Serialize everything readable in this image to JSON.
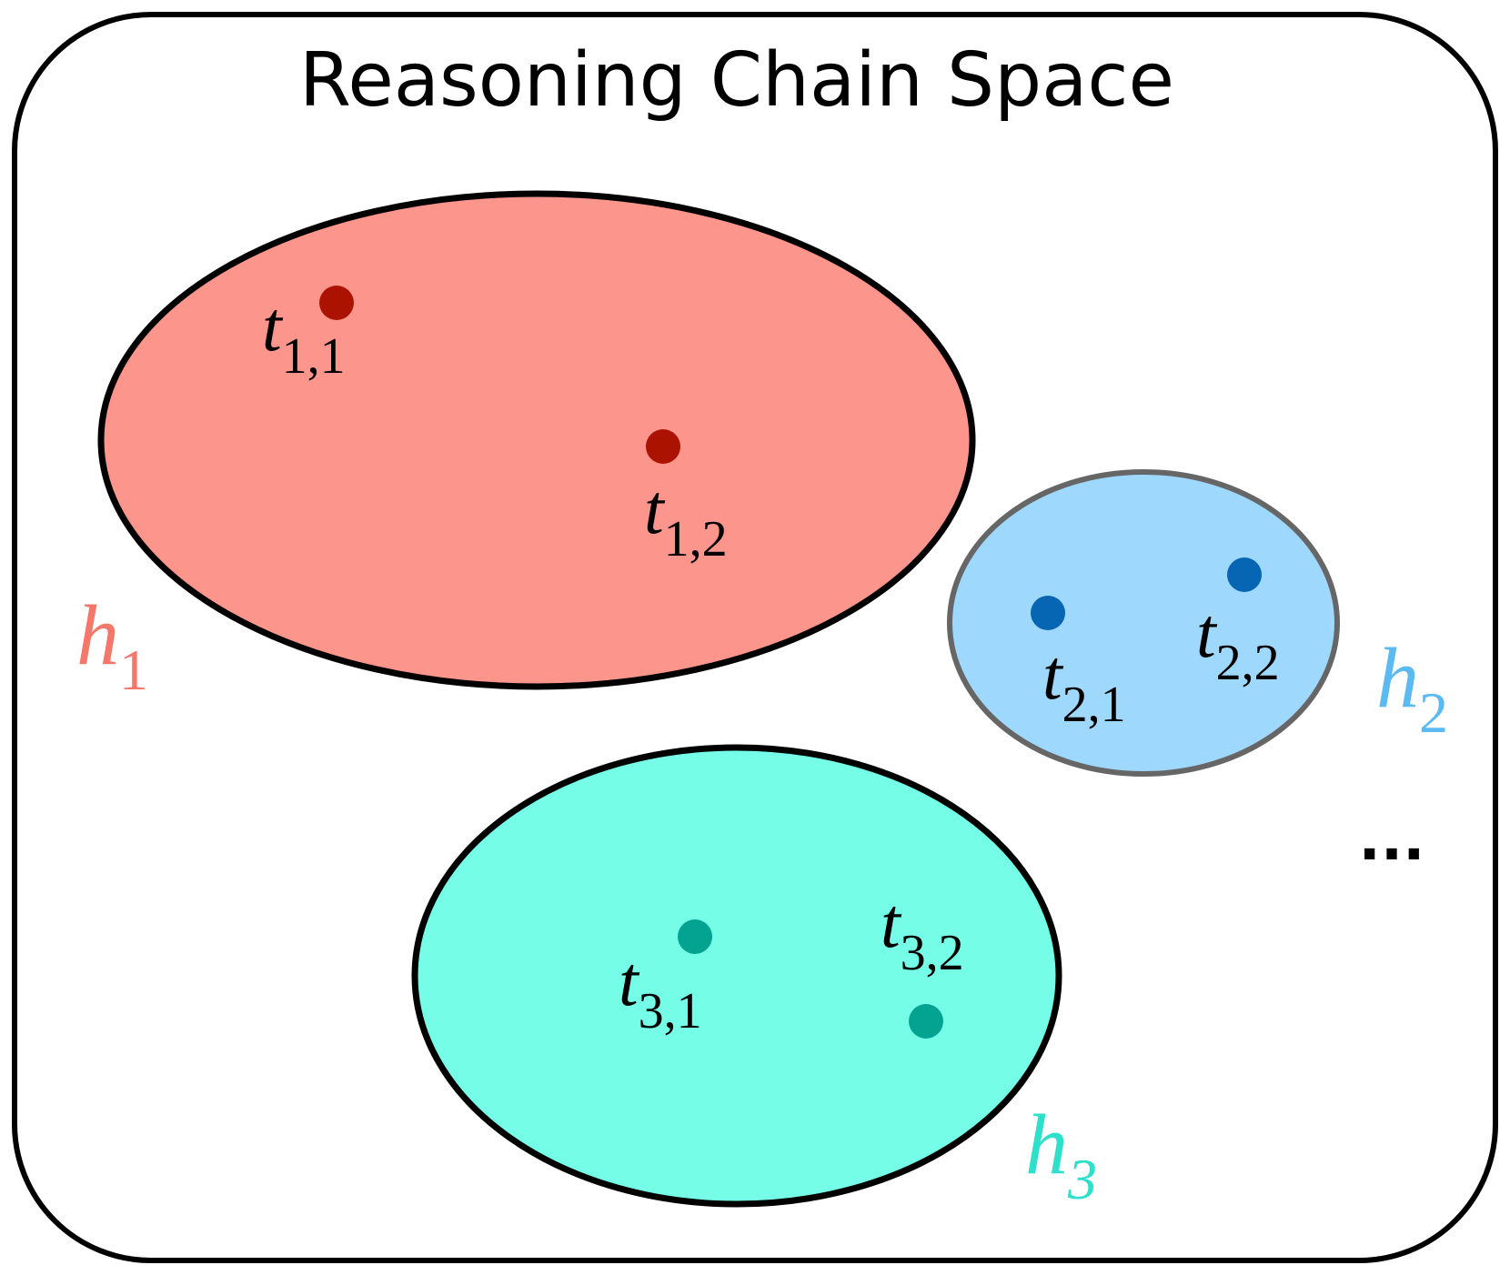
{
  "title": "Reasoning Chain Space",
  "ellipsis": "...",
  "regions": [
    {
      "id": "h1",
      "label": {
        "base": "h",
        "sub": "1"
      },
      "fill": "#fc958b",
      "stroke": "#000000",
      "label_color": "#f5776a",
      "points": [
        {
          "id": "t11",
          "label": {
            "base": "t",
            "sub": "1,1"
          },
          "color": "#ab1300"
        },
        {
          "id": "t12",
          "label": {
            "base": "t",
            "sub": "1,2"
          },
          "color": "#ab1300"
        }
      ]
    },
    {
      "id": "h2",
      "label": {
        "base": "h",
        "sub": "2"
      },
      "fill": "#9fd8fd",
      "stroke": "#666666",
      "label_color": "#5bbaf2",
      "points": [
        {
          "id": "t21",
          "label": {
            "base": "t",
            "sub": "2,1"
          },
          "color": "#0766b3"
        },
        {
          "id": "t22",
          "label": {
            "base": "t",
            "sub": "2,2"
          },
          "color": "#0766b3"
        }
      ]
    },
    {
      "id": "h3",
      "label": {
        "base": "h",
        "sub": "3"
      },
      "fill": "#76fde8",
      "stroke": "#000000",
      "label_color": "#2de0cb",
      "points": [
        {
          "id": "t31",
          "label": {
            "base": "t",
            "sub": "3,1"
          },
          "color": "#04a391"
        },
        {
          "id": "t32",
          "label": {
            "base": "t",
            "sub": "3,2"
          },
          "color": "#04a391"
        }
      ]
    }
  ]
}
